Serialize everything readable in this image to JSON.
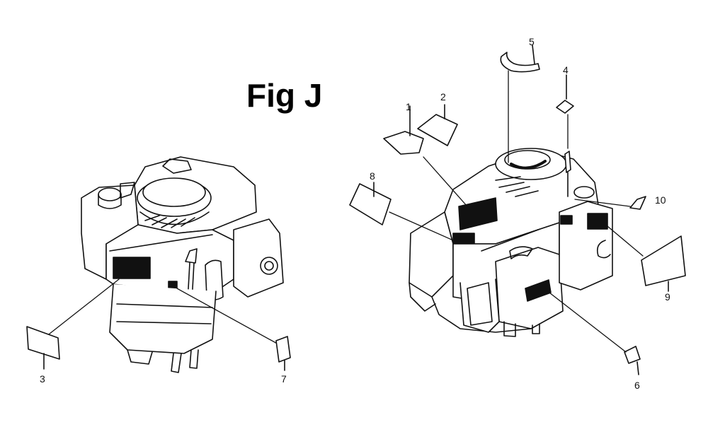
{
  "figure": {
    "title": "Fig J"
  },
  "callouts": {
    "c1": "1",
    "c2": "2",
    "c3": "3",
    "c4": "4",
    "c5": "5",
    "c6": "6",
    "c7": "7",
    "c8": "8",
    "c9": "9",
    "c10": "10"
  },
  "colors": {
    "ink": "#111111",
    "paper": "#ffffff",
    "label_fill": "#111111"
  }
}
